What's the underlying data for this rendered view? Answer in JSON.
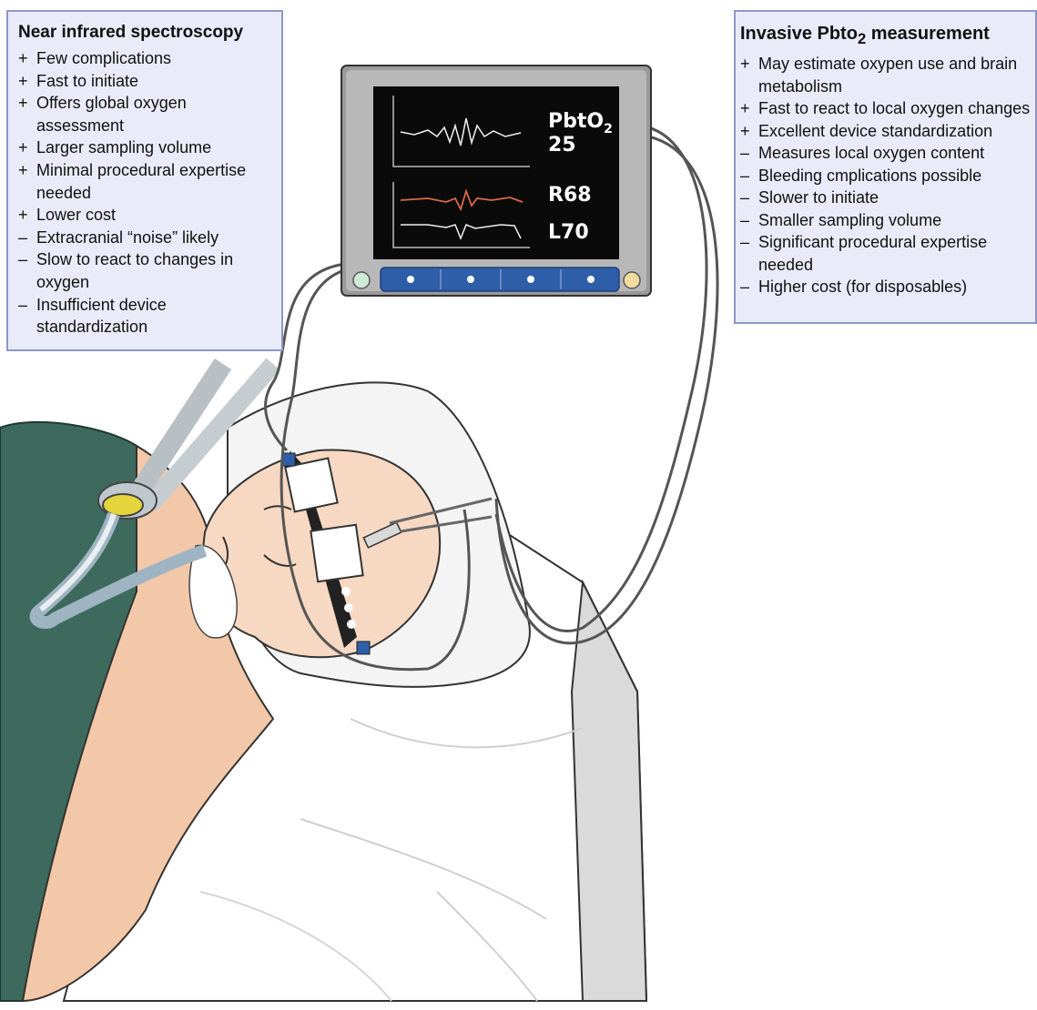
{
  "nirs": {
    "title": "Near infrared spectroscopy",
    "items": [
      {
        "sign": "+",
        "text": "Few complications"
      },
      {
        "sign": "+",
        "text": "Fast to initiate"
      },
      {
        "sign": "+",
        "text": "Offers global oxygen assessment"
      },
      {
        "sign": "+",
        "text": "Larger sampling volume"
      },
      {
        "sign": "+",
        "text": "Minimal procedural expertise needed"
      },
      {
        "sign": "+",
        "text": "Lower cost"
      },
      {
        "sign": "–",
        "text": "Extracranial “noise” likely"
      },
      {
        "sign": "–",
        "text": "Slow to react to changes in oxygen"
      },
      {
        "sign": "–",
        "text": "Insufficient device standardization"
      }
    ]
  },
  "invasive": {
    "title_main": "Invasive Pbto",
    "title_sub": "2",
    "title_tail": " measurement",
    "items": [
      {
        "sign": "+",
        "text": "May estimate oxypen use and brain metabolism"
      },
      {
        "sign": "+",
        "text": "Fast to react to local oxygen changes"
      },
      {
        "sign": "+",
        "text": "Excellent device standardization"
      },
      {
        "sign": "–",
        "text": "Measures local oxygen content"
      },
      {
        "sign": "–",
        "text": "Bleeding cmplications possible"
      },
      {
        "sign": "–",
        "text": "Slower to initiate"
      },
      {
        "sign": "–",
        "text": "Smaller sampling volume"
      },
      {
        "sign": "–",
        "text": "Significant procedural expertise needed"
      },
      {
        "sign": "–",
        "text": "Higher cost (for disposables)"
      }
    ]
  },
  "monitor": {
    "pbto2_label": "PbtO",
    "pbto2_sub": "2",
    "pbto2_value": "25",
    "right_label": "R68",
    "left_label": "L70",
    "colors": {
      "screen": "#0a0a0a",
      "right_trace": "#d8694a",
      "trace": "#f2f2f2",
      "button_bar": "#2f5ea8"
    }
  }
}
